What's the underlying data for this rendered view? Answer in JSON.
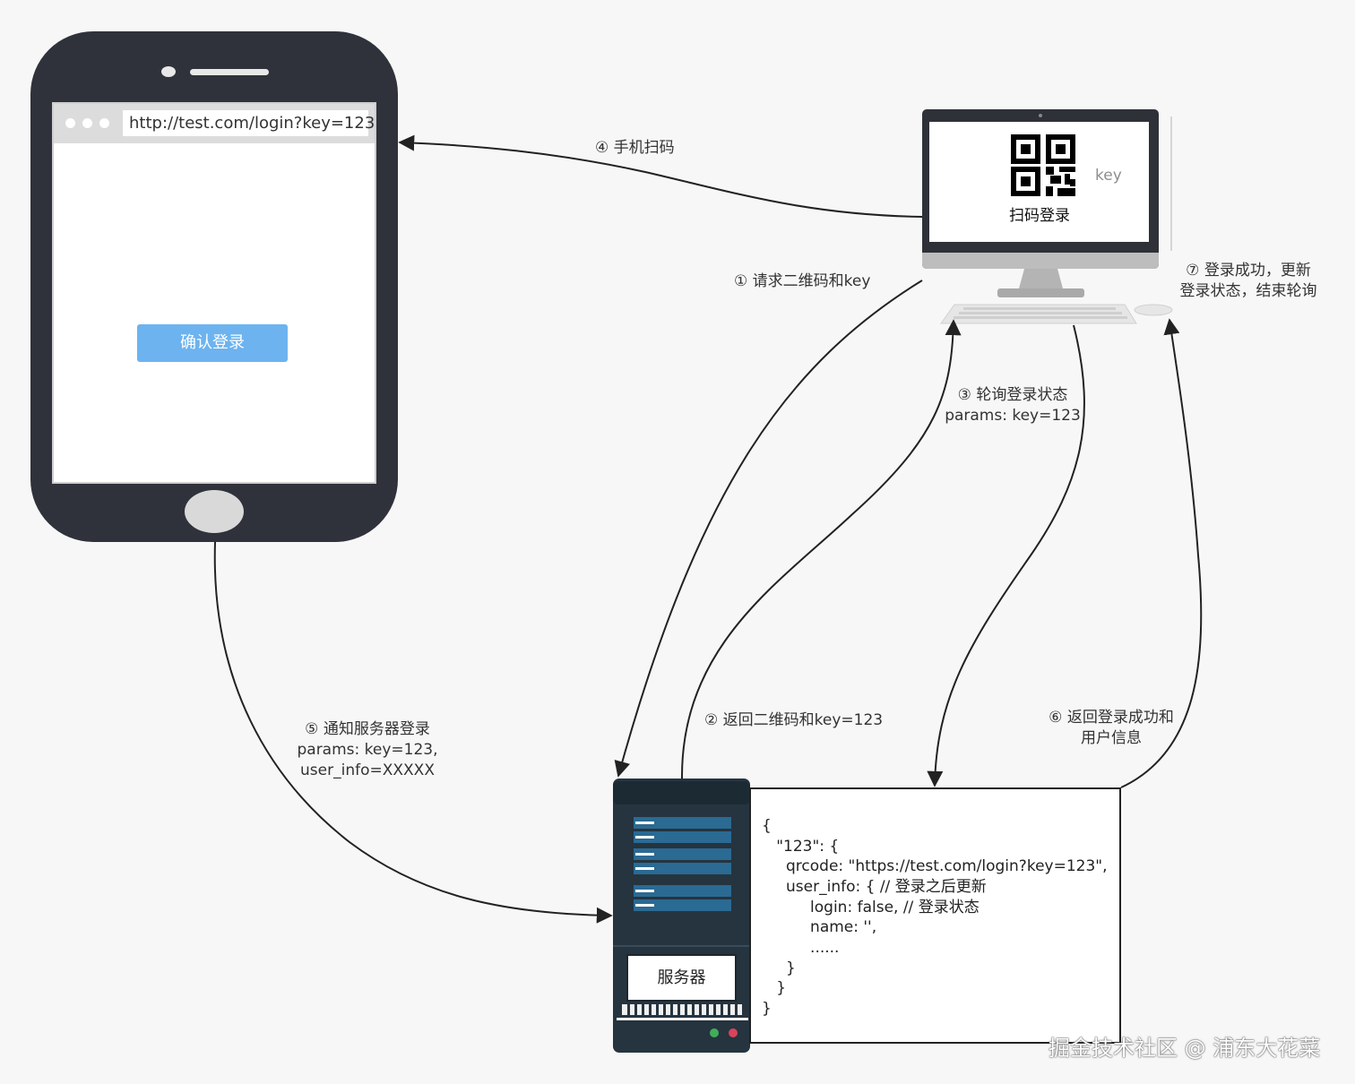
{
  "phone": {
    "url": "http://test.com/login?key=123",
    "confirm_button": "确认登录"
  },
  "monitor": {
    "qr_caption": "扫码登录",
    "key_caption": "key"
  },
  "arrows": {
    "step1": "① 请求二维码和key",
    "step2": "② 返回二维码和key=123",
    "step3_line1": "③ 轮询登录状态",
    "step3_line2": "params: key=123",
    "step4": "④ 手机扫码",
    "step5_line1": "⑤ 通知服务器登录",
    "step5_line2": "params: key=123,",
    "step5_line3": "user_info=XXXXX",
    "step6_line1": "⑥ 返回登录成功和",
    "step6_line2": "用户信息",
    "step7_line1": "⑦ 登录成功，更新",
    "step7_line2": "登录状态，结束轮询"
  },
  "server": {
    "label": "服务器"
  },
  "code": {
    "lines": [
      "{",
      "   \"123\": {",
      "     qrcode: \"https://test.com/login?key=123\",",
      "     user_info: { // 登录之后更新",
      "          login: false, // 登录状态",
      "          name: '',",
      "          ......",
      "     }",
      "   }",
      "}"
    ]
  },
  "watermark": "掘金技术社区 @ 浦东大花菜",
  "colors": {
    "background": "#f7f7f7",
    "device_dark": "#2f323b",
    "button_blue": "#6cb3ef",
    "server_dark": "#25343f",
    "server_blue": "#2a6a93"
  }
}
